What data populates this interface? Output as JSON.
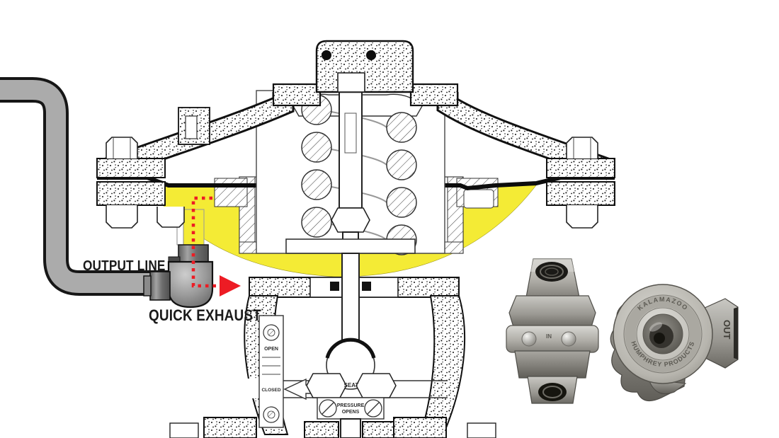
{
  "callouts": {
    "output_line": "OUTPUT LINE",
    "quick_exhaust": "QUICK EXHAUST"
  },
  "schematic": {
    "open_label": "OPEN",
    "closed_label": "CLOSED",
    "seat_label": "SEAT",
    "pressure_opens_line1": "PRESSURE",
    "pressure_opens_line2": "OPENS"
  },
  "photos": {
    "inline_valve_stamp": "IN",
    "ring_text_top": "KALAMAZOO",
    "ring_text_bottom": "HUMPHREY PRODUCTS",
    "out_port_label": "OUT"
  },
  "colors": {
    "highlight_yellow": "#f4eb35",
    "arrow_red": "#ed1c24",
    "pipe_gray": "#ababab",
    "line_black": "#111111"
  }
}
